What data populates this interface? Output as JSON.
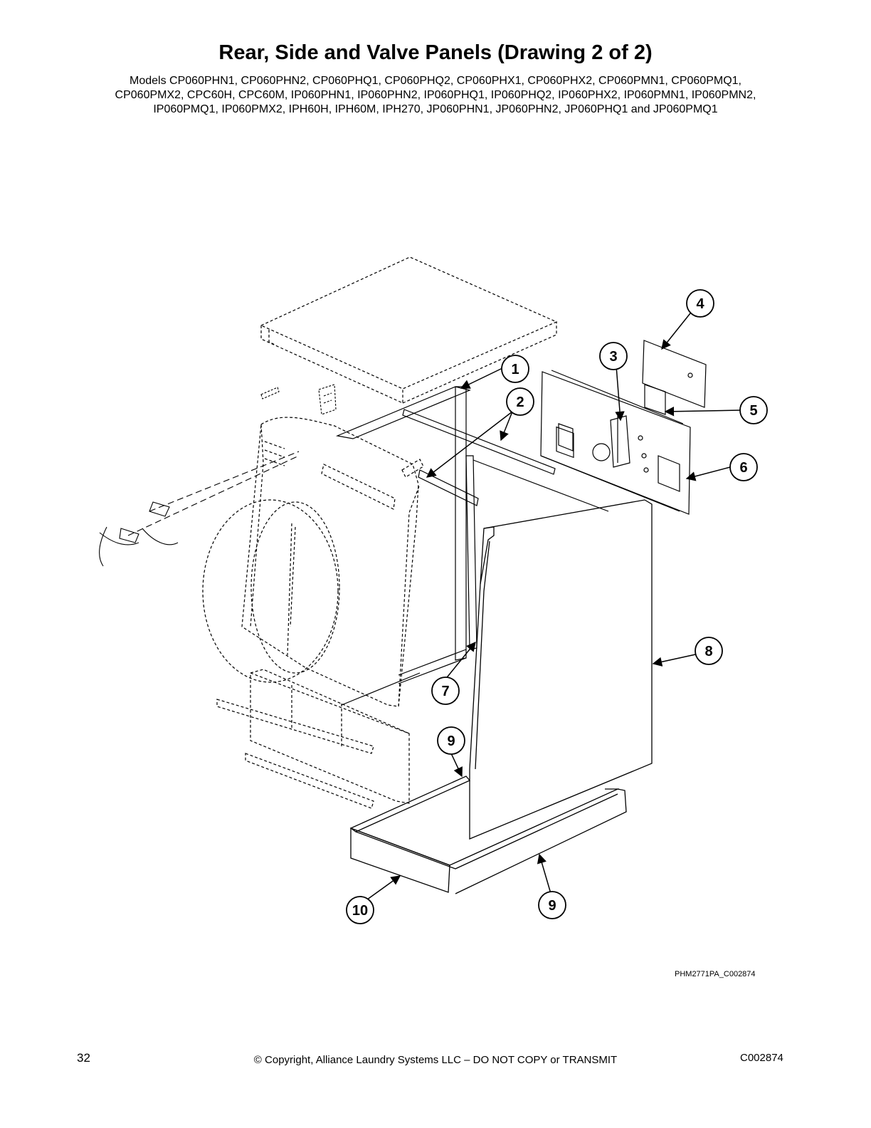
{
  "header": {
    "title": "Rear, Side and Valve Panels (Drawing 2 of 2)",
    "models_lines": [
      "Models CP060PHN1, CP060PHN2, CP060PHQ1, CP060PHQ2, CP060PHX1, CP060PHX2, CP060PMN1, CP060PMQ1,",
      "CP060PMX2, CPC60H, CPC60M, IP060PHN1, IP060PHN2, IP060PHQ1, IP060PHQ2, IP060PHX2, IP060PMN1, IP060PMN2,",
      "IP060PMQ1, IP060PMX2, IPH60H, IPH60M, IPH270, JP060PHN1, JP060PHN2, JP060PHQ1 and JP060PMQ1"
    ]
  },
  "diagram": {
    "callouts": [
      "1",
      "2",
      "3",
      "4",
      "5",
      "6",
      "7",
      "8",
      "9",
      "9",
      "10"
    ],
    "reference_code": "PHM2771PA_C002874"
  },
  "footer": {
    "page_number": "32",
    "copyright": "© Copyright, Alliance Laundry Systems LLC – DO NOT COPY or TRANSMIT",
    "doc_code": "C002874"
  }
}
